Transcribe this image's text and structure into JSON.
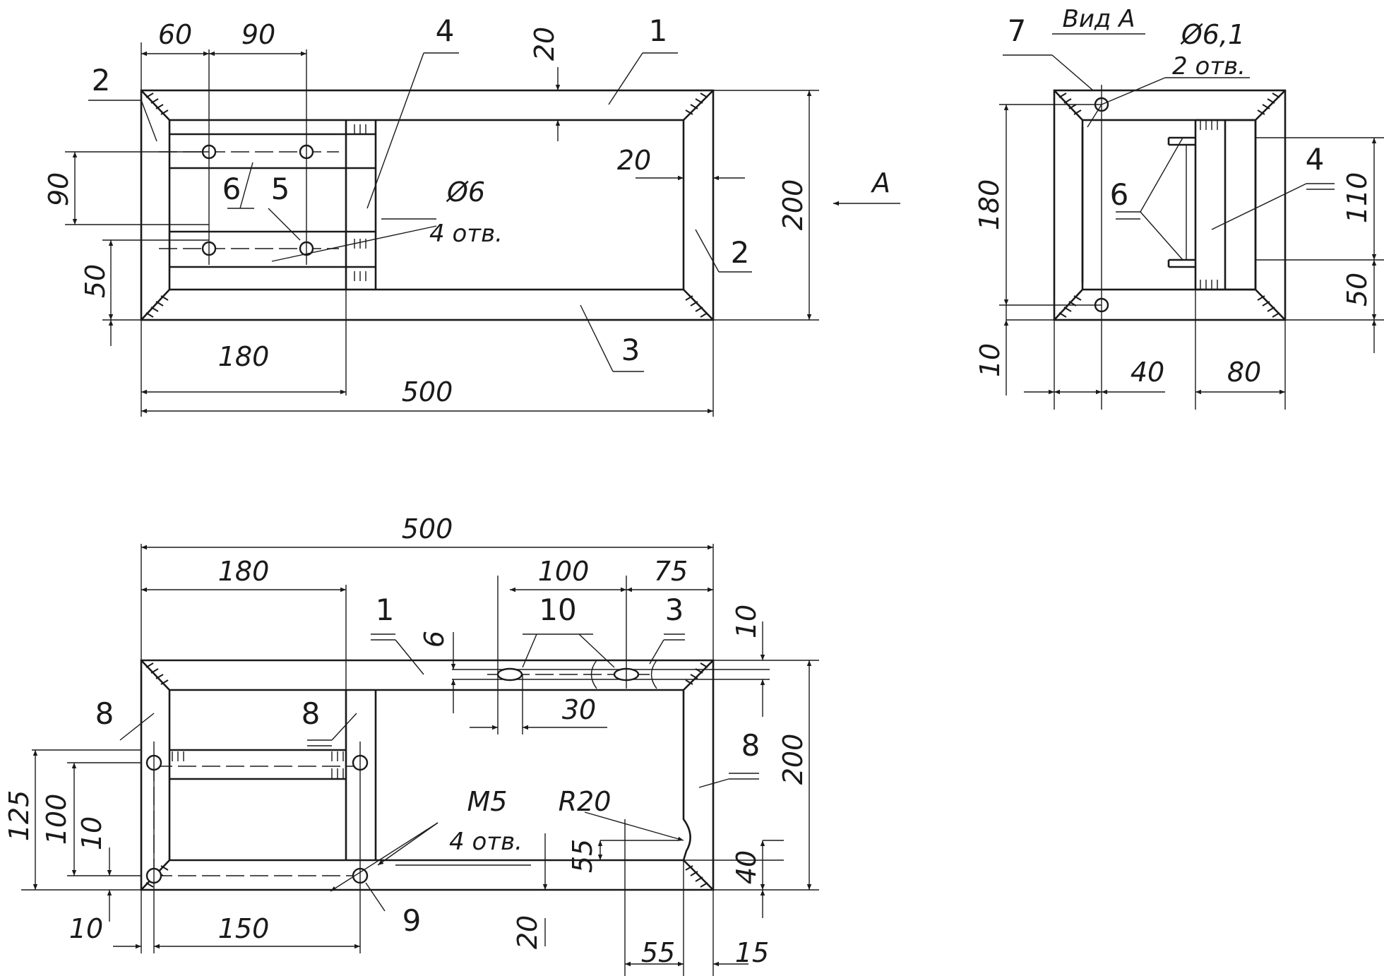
{
  "top_view": {
    "dims": {
      "d60": "60",
      "d90_top": "90",
      "d20_top": "20",
      "d20_right": "20",
      "d90_left": "90",
      "d50_left": "50",
      "d180": "180",
      "d500": "500",
      "d200": "200"
    },
    "hole_note": {
      "diameter": "Ø6",
      "count": "4 отв."
    },
    "view_arrow": "A",
    "parts": {
      "p1": "1",
      "p2a": "2",
      "p2b": "2",
      "p3": "3",
      "p4": "4",
      "p5": "5",
      "p6": "6"
    }
  },
  "view_a": {
    "title": "Вид А",
    "hole_note": {
      "diameter": "Ø6,1",
      "count": "2 отв."
    },
    "dims": {
      "d180": "180",
      "d110": "110",
      "d50": "50",
      "d10": "10",
      "d40": "40",
      "d80": "80"
    },
    "parts": {
      "p7": "7",
      "p6": "6",
      "p4": "4"
    }
  },
  "bottom_view": {
    "dims": {
      "d500": "500",
      "d180": "180",
      "d100_top": "100",
      "d75": "75",
      "d6": "6",
      "d10_right": "10",
      "d30": "30",
      "d200": "200",
      "d125": "125",
      "d100_left": "100",
      "d10_left": "10",
      "d55_mid": "55",
      "d40": "40",
      "d20": "20",
      "d10_bottom": "10",
      "d150": "150",
      "d55_bottom": "55",
      "d15": "15",
      "r20": "R20"
    },
    "thread_note": {
      "thread": "M5",
      "count": "4 отв."
    },
    "parts": {
      "p1": "1",
      "p10": "10",
      "p3": "3",
      "p8a": "8",
      "p8b": "8",
      "p8c": "8",
      "p9": "9"
    }
  },
  "colors": {
    "line": "#1a1a1a",
    "background": "#ffffff"
  }
}
